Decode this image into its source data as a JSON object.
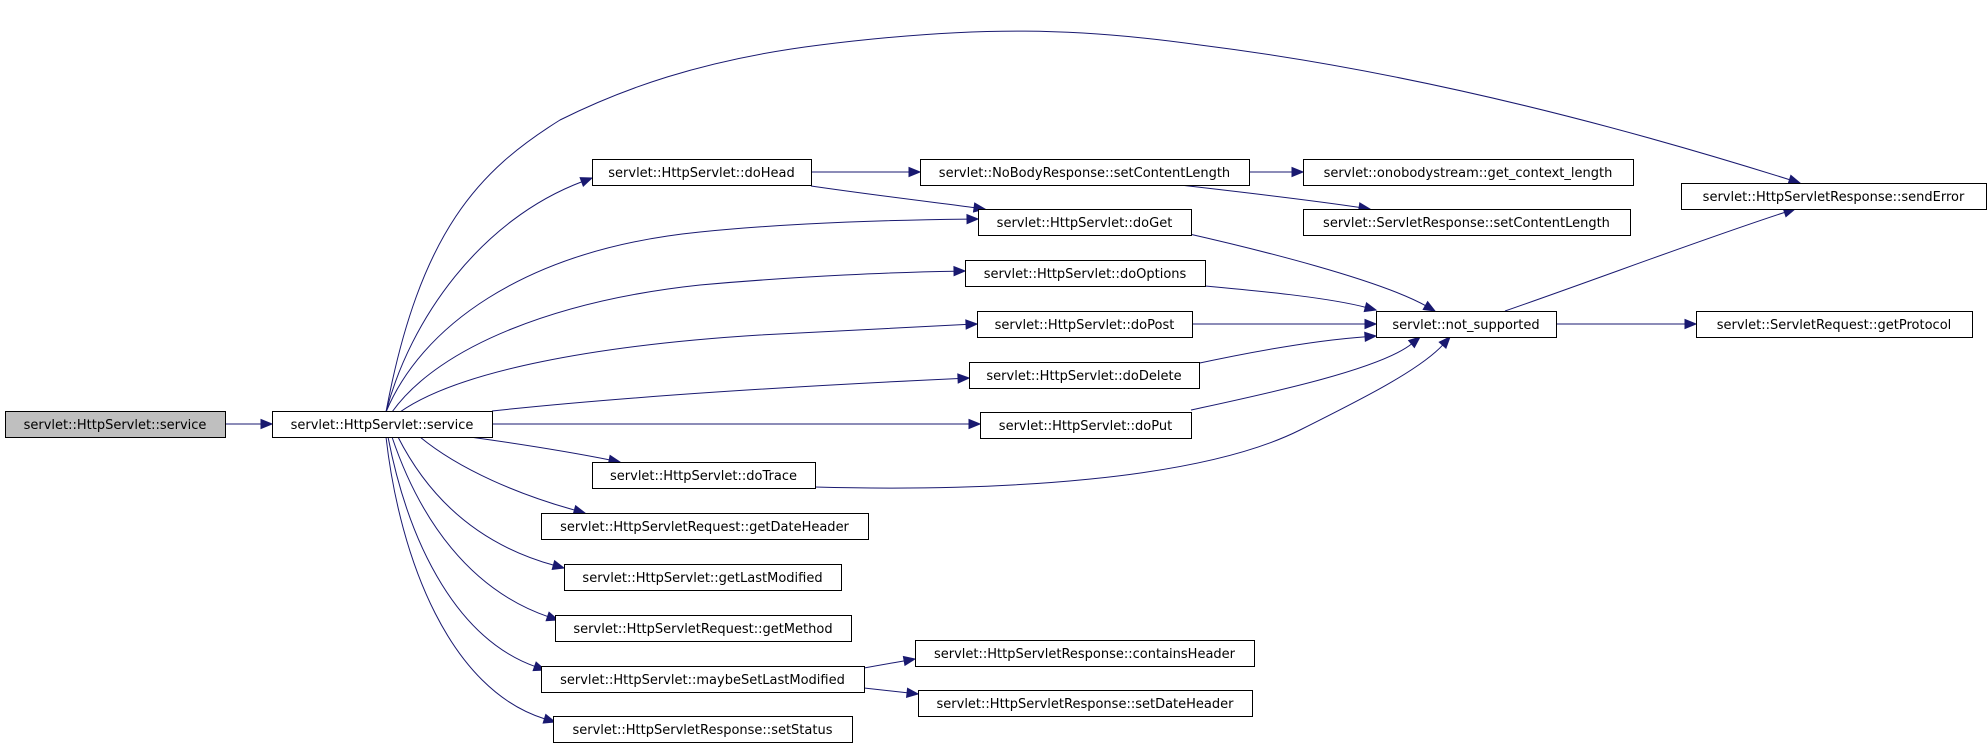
{
  "colors": {
    "edge": "#191970",
    "root_fill": "#bfbfbf",
    "node_fill": "#ffffff",
    "border": "#000000"
  },
  "nodes": [
    {
      "id": "root",
      "label": "servlet::HttpServlet::service"
    },
    {
      "id": "service",
      "label": "servlet::HttpServlet::service"
    },
    {
      "id": "doHead",
      "label": "servlet::HttpServlet::doHead"
    },
    {
      "id": "nbrSetContentLength",
      "label": "servlet::NoBodyResponse::setContentLength"
    },
    {
      "id": "getContextLength",
      "label": "servlet::onobodystream::get_context_length"
    },
    {
      "id": "doGet",
      "label": "servlet::HttpServlet::doGet"
    },
    {
      "id": "srSetContentLength",
      "label": "servlet::ServletResponse::setContentLength"
    },
    {
      "id": "sendError",
      "label": "servlet::HttpServletResponse::sendError"
    },
    {
      "id": "doOptions",
      "label": "servlet::HttpServlet::doOptions"
    },
    {
      "id": "doPost",
      "label": "servlet::HttpServlet::doPost"
    },
    {
      "id": "notSupported",
      "label": "servlet::not_supported"
    },
    {
      "id": "getProtocol",
      "label": "servlet::ServletRequest::getProtocol"
    },
    {
      "id": "doDelete",
      "label": "servlet::HttpServlet::doDelete"
    },
    {
      "id": "doPut",
      "label": "servlet::HttpServlet::doPut"
    },
    {
      "id": "doTrace",
      "label": "servlet::HttpServlet::doTrace"
    },
    {
      "id": "getDateHeader",
      "label": "servlet::HttpServletRequest::getDateHeader"
    },
    {
      "id": "getLastModified",
      "label": "servlet::HttpServlet::getLastModified"
    },
    {
      "id": "getMethod",
      "label": "servlet::HttpServletRequest::getMethod"
    },
    {
      "id": "maybeSetLastModified",
      "label": "servlet::HttpServlet::maybeSetLastModified"
    },
    {
      "id": "containsHeader",
      "label": "servlet::HttpServletResponse::containsHeader"
    },
    {
      "id": "setDateHeader",
      "label": "servlet::HttpServletResponse::setDateHeader"
    },
    {
      "id": "setStatus",
      "label": "servlet::HttpServletResponse::setStatus"
    }
  ],
  "edges": [
    [
      "root",
      "service"
    ],
    [
      "service",
      "sendError"
    ],
    [
      "service",
      "doHead"
    ],
    [
      "service",
      "doGet"
    ],
    [
      "service",
      "doOptions"
    ],
    [
      "service",
      "doPost"
    ],
    [
      "service",
      "doDelete"
    ],
    [
      "service",
      "doPut"
    ],
    [
      "service",
      "doTrace"
    ],
    [
      "service",
      "getDateHeader"
    ],
    [
      "service",
      "getLastModified"
    ],
    [
      "service",
      "getMethod"
    ],
    [
      "service",
      "maybeSetLastModified"
    ],
    [
      "service",
      "setStatus"
    ],
    [
      "doHead",
      "nbrSetContentLength"
    ],
    [
      "doHead",
      "doGet"
    ],
    [
      "nbrSetContentLength",
      "getContextLength"
    ],
    [
      "nbrSetContentLength",
      "srSetContentLength"
    ],
    [
      "doGet",
      "notSupported"
    ],
    [
      "doOptions",
      "notSupported"
    ],
    [
      "doPost",
      "notSupported"
    ],
    [
      "doDelete",
      "notSupported"
    ],
    [
      "doPut",
      "notSupported"
    ],
    [
      "doTrace",
      "notSupported"
    ],
    [
      "notSupported",
      "sendError"
    ],
    [
      "notSupported",
      "getProtocol"
    ],
    [
      "maybeSetLastModified",
      "containsHeader"
    ],
    [
      "maybeSetLastModified",
      "setDateHeader"
    ]
  ]
}
